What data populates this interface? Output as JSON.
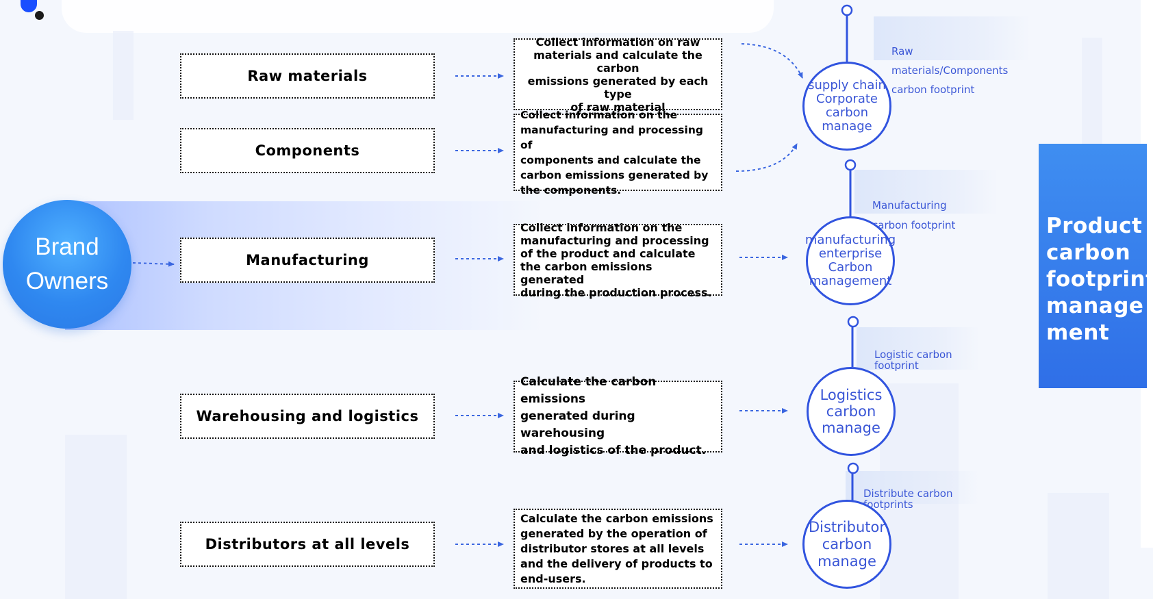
{
  "brand": {
    "label": "Brand\nOwners"
  },
  "stages": [
    {
      "id": "raw",
      "label": "Raw materials"
    },
    {
      "id": "components",
      "label": "Components"
    },
    {
      "id": "manufacturing",
      "label": "Manufacturing"
    },
    {
      "id": "logistics",
      "label": "Warehousing and logistics"
    },
    {
      "id": "distributors",
      "label": "Distributors at all levels"
    }
  ],
  "descriptions": [
    {
      "id": "raw",
      "text": "Collect information on raw\nmaterials and calculate the carbon\nemissions generated  by each type\nof raw material"
    },
    {
      "id": "components",
      "text": "Collect information on the\nmanufacturing and processing of\ncomponents and calculate the\ncarbon emissions generated by\nthe components."
    },
    {
      "id": "manufacturing",
      "text": "Collect information on the\nmanufacturing and processing\nof the product and calculate\nthe carbon emissions generated\nduring the production process."
    },
    {
      "id": "logistics",
      "text": "Calculate the carbon emissions\ngenerated during warehousing\nand logistics of the product."
    },
    {
      "id": "distributors",
      "text": "Calculate the carbon emissions\ngenerated by the operation of\ndistributor stores at all levels\nand the delivery of products to\nend-users."
    }
  ],
  "footprint_nodes": [
    {
      "id": "supply",
      "circle_text": "supply chain\nCorporate carbon\nmanage",
      "tag": "Raw materials/Components\ncarbon footprint"
    },
    {
      "id": "manufacturing",
      "circle_text": "manufacturing\nenterprise\nCarbon management",
      "tag": "Manufacturing\ncarbon footprint"
    },
    {
      "id": "logistics",
      "circle_text": "Logistics\ncarbon\nmanage",
      "tag": "Logistic carbon\nfootprint"
    },
    {
      "id": "distributor",
      "circle_text": "Distributor\ncarbon\nmanage",
      "tag": "Distribute carbon\nfootprints"
    }
  ],
  "summary": {
    "label": "Product\ncarbon\nfootprint\nmanage\nment"
  },
  "colors": {
    "accent": "#3154df",
    "arrow": "#3a66e0",
    "brand_circle": "#2f88f0",
    "summary_box": "#2f6fe7"
  }
}
